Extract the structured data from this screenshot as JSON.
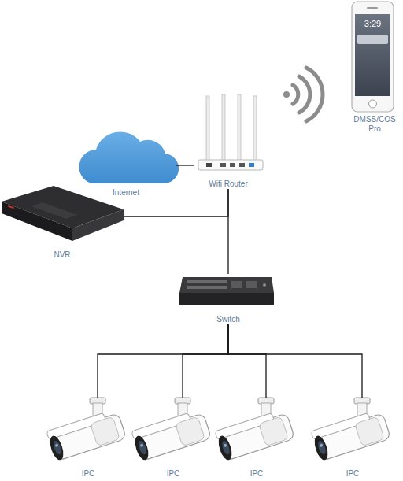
{
  "diagram": {
    "nodes": [
      {
        "text": [
          "DMSS/COS Pro"
        ]
      },
      {
        "text": [
          "Internet"
        ]
      },
      {
        "text": [
          "Wifi Router"
        ]
      },
      {
        "text": [
          "NVR"
        ]
      },
      {
        "text": [
          "Switch"
        ]
      },
      {
        "text": [
          "IPC"
        ]
      },
      {
        "text": [
          "IPC"
        ]
      },
      {
        "text": [
          "IPC"
        ]
      },
      {
        "text": [
          "IPC"
        ]
      }
    ],
    "edges": [
      {
        "from": 1,
        "to": 2,
        "arrow": "none"
      },
      {
        "from": 2,
        "to": 3,
        "arrow": "none"
      },
      {
        "from": 2,
        "to": 4,
        "arrow": "none"
      },
      {
        "from": 4,
        "to": 5,
        "arrow": "none"
      },
      {
        "from": 4,
        "to": 6,
        "arrow": "none"
      },
      {
        "from": 4,
        "to": 7,
        "arrow": "none"
      },
      {
        "from": 4,
        "to": 8,
        "arrow": "none"
      }
    ],
    "labels": [
      "3:29"
    ]
  }
}
